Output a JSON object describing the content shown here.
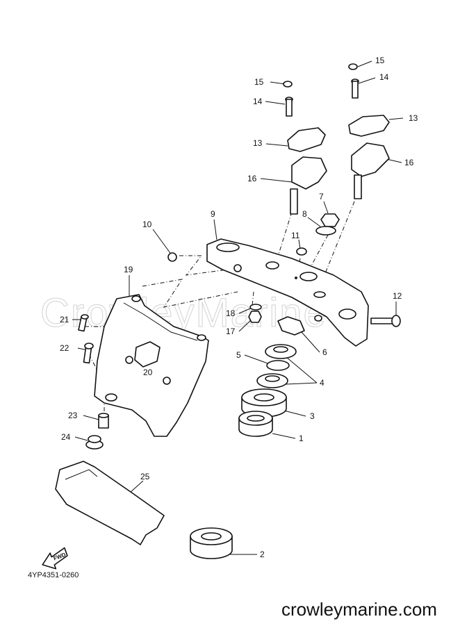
{
  "watermark": "CrowleyMarine",
  "diagram_ref": "4YP4351-0260",
  "site": "crowleymarine.com",
  "fwd_label": "FWD",
  "callouts": [
    {
      "id": "c15a",
      "text": "15"
    },
    {
      "id": "c15b",
      "text": "15"
    },
    {
      "id": "c14a",
      "text": "14"
    },
    {
      "id": "c14b",
      "text": "14"
    },
    {
      "id": "c13a",
      "text": "13"
    },
    {
      "id": "c13b",
      "text": "13"
    },
    {
      "id": "c16a",
      "text": "16"
    },
    {
      "id": "c16b",
      "text": "16"
    },
    {
      "id": "c7",
      "text": "7"
    },
    {
      "id": "c8",
      "text": "8"
    },
    {
      "id": "c9",
      "text": "9"
    },
    {
      "id": "c10",
      "text": "10"
    },
    {
      "id": "c11",
      "text": "11"
    },
    {
      "id": "c12",
      "text": "12"
    },
    {
      "id": "c18",
      "text": "18"
    },
    {
      "id": "c17",
      "text": "17"
    },
    {
      "id": "c19",
      "text": "19"
    },
    {
      "id": "c21",
      "text": "21"
    },
    {
      "id": "c22",
      "text": "22"
    },
    {
      "id": "c20",
      "text": "20"
    },
    {
      "id": "c6",
      "text": "6"
    },
    {
      "id": "c5",
      "text": "5"
    },
    {
      "id": "c4",
      "text": "4"
    },
    {
      "id": "c3",
      "text": "3"
    },
    {
      "id": "c1",
      "text": "1"
    },
    {
      "id": "c23",
      "text": "23"
    },
    {
      "id": "c24",
      "text": "24"
    },
    {
      "id": "c25",
      "text": "25"
    },
    {
      "id": "c2",
      "text": "2"
    }
  ]
}
